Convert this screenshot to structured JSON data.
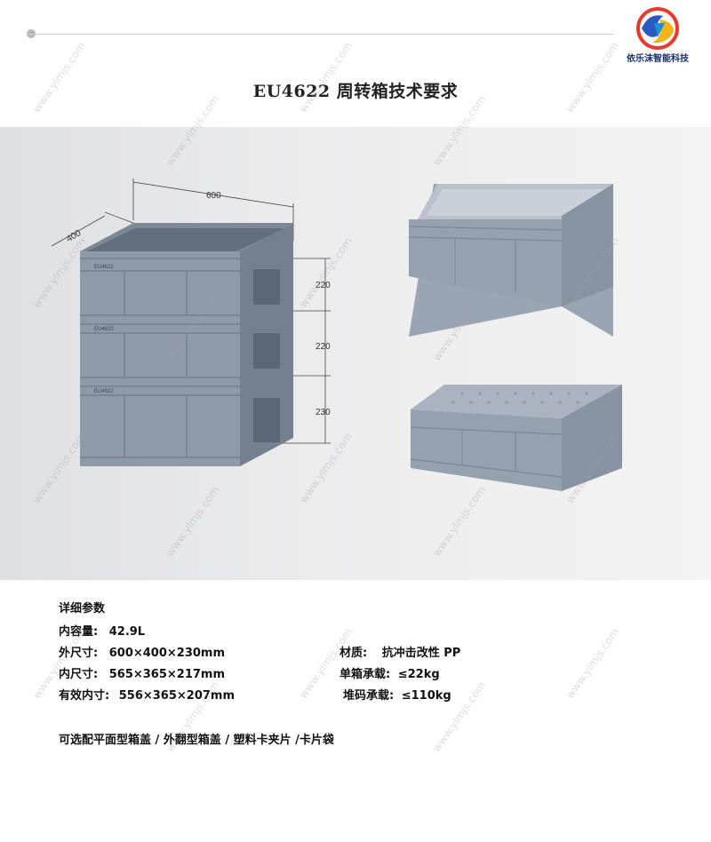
{
  "brand": {
    "name": "依乐沫智能科技"
  },
  "page": {
    "title": "EU4622 周转箱技术要求"
  },
  "watermark": "www.ylmjs.com",
  "drawing": {
    "dim_width": "600",
    "dim_depth": "400",
    "dim_h1": "220",
    "dim_h2": "220",
    "dim_h3": "230",
    "crate_label": "EU4622"
  },
  "specs": {
    "heading": "详细参数",
    "capacity_label": "内容量:",
    "capacity_value": "42.9L",
    "outer_label": "外尺寸:",
    "outer_value": "600×400×230mm",
    "inner_label": "内尺寸:",
    "inner_value": "565×365×217mm",
    "effective_label": "有效内寸:",
    "effective_value": "556×365×207mm",
    "material_label": "材质:",
    "material_value": "抗冲击改性 PP",
    "single_load_label": "单箱承载:",
    "single_load_value": "≤22kg",
    "stack_load_label": "堆码承载:",
    "stack_load_value": "≤110kg"
  },
  "options_line": "可选配平面型箱盖  /  外翻型箱盖  /  塑料卡夹片  /卡片袋",
  "colors": {
    "crate": "#8f9aa9",
    "crate_dark": "#6f7a89",
    "crate_light": "#a9b3c0"
  }
}
